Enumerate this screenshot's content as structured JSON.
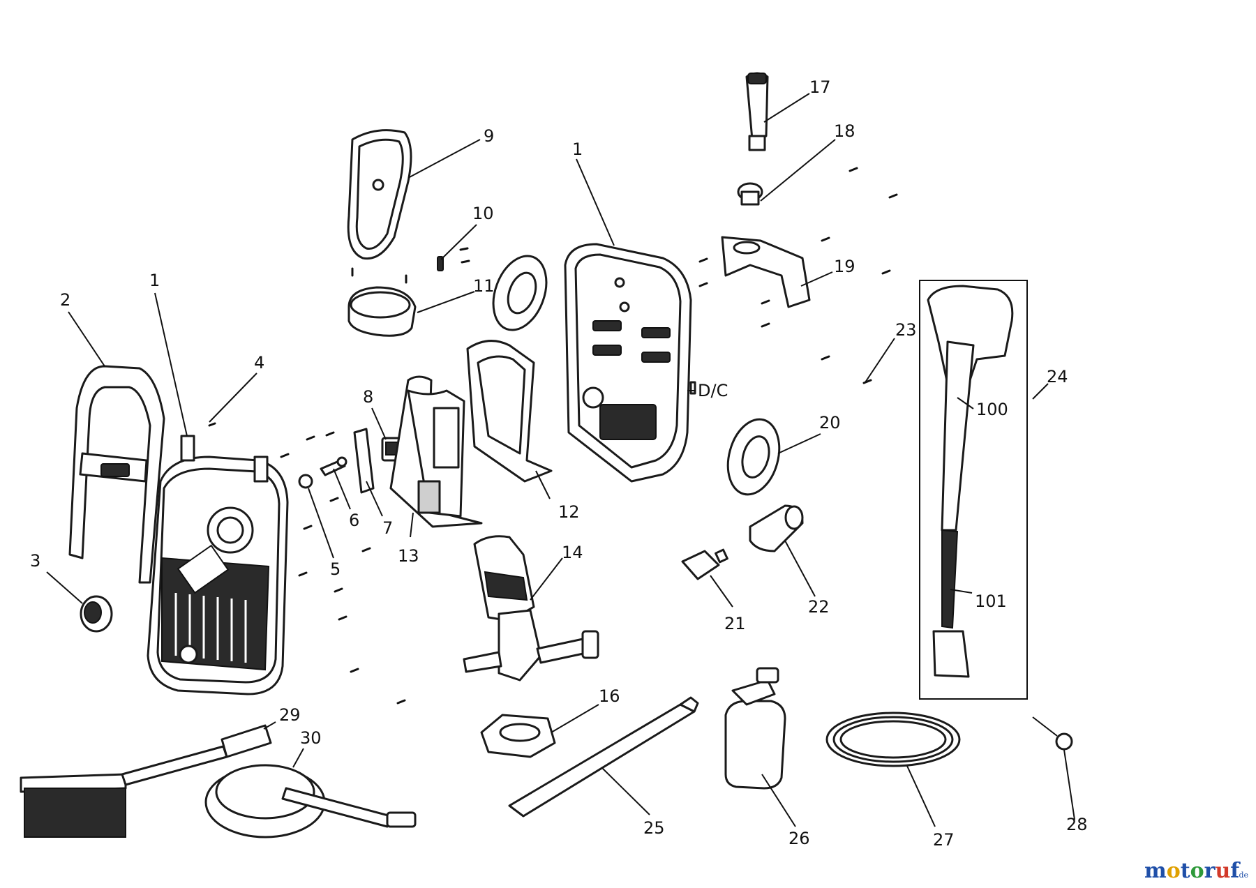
{
  "callouts": [
    {
      "id": "c1a",
      "text": "1"
    },
    {
      "id": "c1b",
      "text": "1"
    },
    {
      "id": "c2",
      "text": "2"
    },
    {
      "id": "c3",
      "text": "3"
    },
    {
      "id": "c4",
      "text": "4"
    },
    {
      "id": "c5",
      "text": "5"
    },
    {
      "id": "c6",
      "text": "6"
    },
    {
      "id": "c7",
      "text": "7"
    },
    {
      "id": "c8",
      "text": "8"
    },
    {
      "id": "c9",
      "text": "9"
    },
    {
      "id": "c10",
      "text": "10"
    },
    {
      "id": "c11",
      "text": "11"
    },
    {
      "id": "c12",
      "text": "12"
    },
    {
      "id": "c13",
      "text": "13"
    },
    {
      "id": "c14",
      "text": "14"
    },
    {
      "id": "c16",
      "text": "16"
    },
    {
      "id": "c17",
      "text": "17"
    },
    {
      "id": "c18",
      "text": "18"
    },
    {
      "id": "c19",
      "text": "19"
    },
    {
      "id": "c20",
      "text": "20"
    },
    {
      "id": "c21",
      "text": "21"
    },
    {
      "id": "c22",
      "text": "22"
    },
    {
      "id": "c23",
      "text": "23"
    },
    {
      "id": "c24",
      "text": "24"
    },
    {
      "id": "c25",
      "text": "25"
    },
    {
      "id": "c26",
      "text": "26"
    },
    {
      "id": "c27",
      "text": "27"
    },
    {
      "id": "c28",
      "text": "28"
    },
    {
      "id": "c29",
      "text": "29"
    },
    {
      "id": "c30",
      "text": "30"
    },
    {
      "id": "c100",
      "text": "100"
    },
    {
      "id": "c101",
      "text": "101"
    },
    {
      "id": "cdc",
      "text": "D/C"
    }
  ],
  "watermark": {
    "letters": [
      "m",
      "o",
      "t",
      "o",
      "r",
      "u",
      "f"
    ],
    "suffix": ".de",
    "colors": [
      "#1f4fa8",
      "#e0a000",
      "#1f4fa8",
      "#2e9a3a",
      "#1f4fa8",
      "#d23a2a",
      "#1f4fa8"
    ],
    "suffix_color": "#1f4fa8"
  },
  "colors": {
    "line": "#111111",
    "fill": "#ffffff",
    "dark": "#2a2a2a"
  }
}
